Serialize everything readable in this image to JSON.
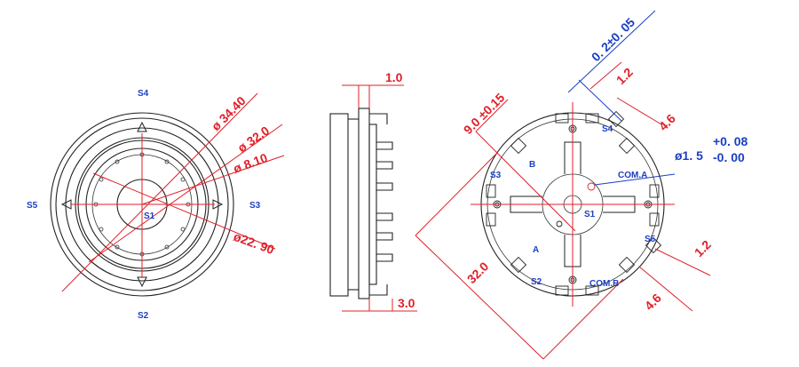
{
  "front_view": {
    "dims": {
      "outer_dia": "ø 34.40",
      "mid_dia": "ø 32.0",
      "center_dia": "ø 8.10",
      "ring_dia": "ø22. 90"
    },
    "switches": {
      "top": "S4",
      "bottom": "S2",
      "left": "S5",
      "right": "S3",
      "center": "S1"
    }
  },
  "side_view": {
    "dims": {
      "top": "1.0",
      "bottom": "3.0"
    }
  },
  "back_view": {
    "dims": {
      "offset": "0. 2±0. 05",
      "pad_top": "1.2",
      "pad_gap_top": "4.6",
      "diag": "9.0 ±0.15",
      "hole_dia": "ø1. 5",
      "hole_tol_plus": "+0. 08",
      "hole_tol_minus": "-0. 00",
      "pad_right": "1.2",
      "pad_gap_bottom": "4.6",
      "overall": "32.0"
    },
    "labels": {
      "s4": "S4",
      "s3": "S3",
      "s1": "S1",
      "s5": "S5",
      "s2": "S2",
      "com_a": "COM.A",
      "com_b": "COM.B",
      "b": "B",
      "a": "A"
    }
  }
}
